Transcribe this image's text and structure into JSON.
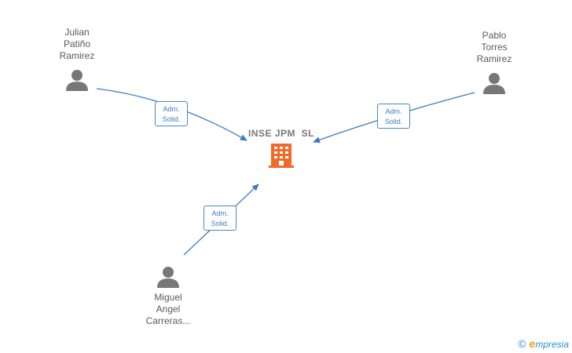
{
  "company": {
    "name": "INSE JPM  SL",
    "color": "#f26a2a"
  },
  "people": [
    {
      "id": "julian",
      "lines": [
        "Julian",
        "Patiño",
        "Ramirez"
      ]
    },
    {
      "id": "pablo",
      "lines": [
        "Pablo",
        "Torres",
        "Ramirez"
      ]
    },
    {
      "id": "miguel",
      "lines": [
        "Miguel",
        "Angel",
        "Carreras..."
      ]
    }
  ],
  "relations": [
    {
      "from": "julian",
      "lines": [
        "Adm.",
        "Solid."
      ]
    },
    {
      "from": "pablo",
      "lines": [
        "Adm.",
        "Solid."
      ]
    },
    {
      "from": "miguel",
      "lines": [
        "Adm.",
        "Solid."
      ]
    }
  ],
  "colors": {
    "edge": "#3d7cc0",
    "person_icon": "#777777"
  },
  "brand": {
    "copyright": "©",
    "initial": "e",
    "rest": "mpresia"
  }
}
